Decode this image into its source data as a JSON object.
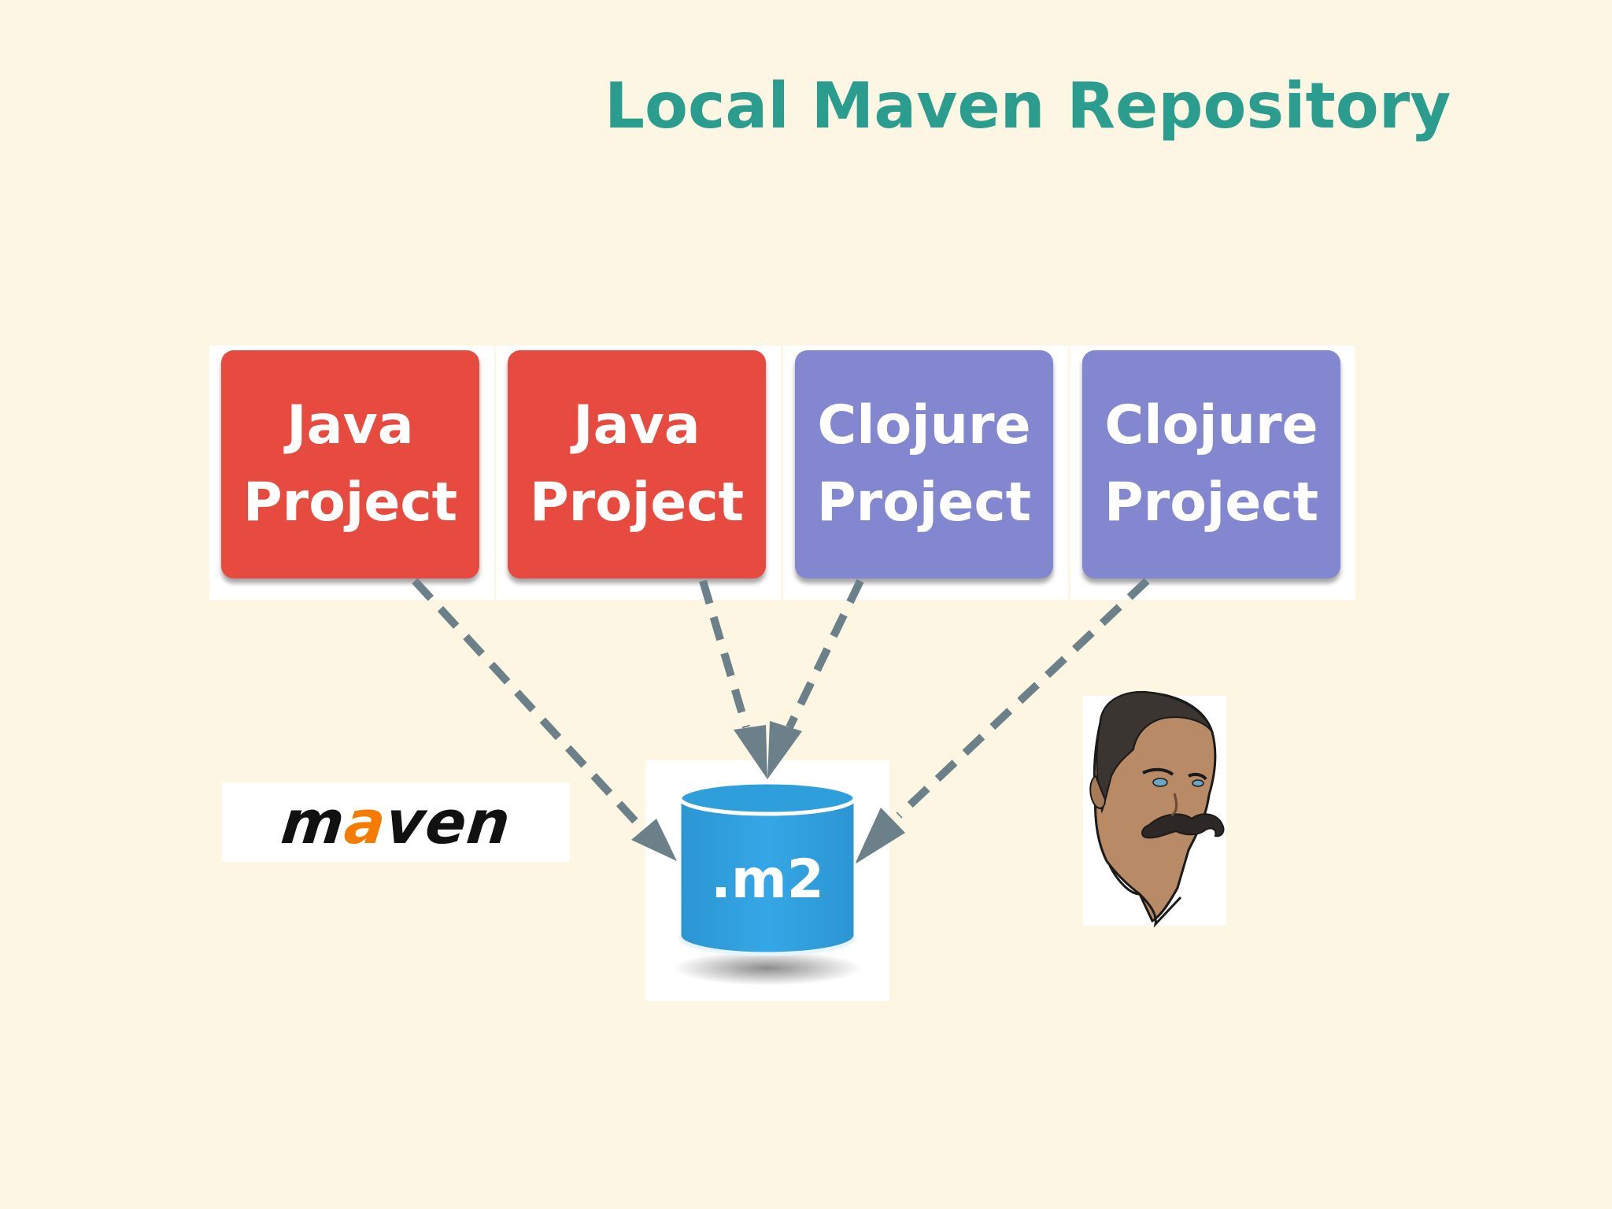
{
  "title": "Local Maven Repository",
  "projects": [
    {
      "line1": "Java",
      "line2": "Project",
      "color": "#e74a3f"
    },
    {
      "line1": "Java",
      "line2": "Project",
      "color": "#e74a3f"
    },
    {
      "line1": "Clojure",
      "line2": "Project",
      "color": "#8287cf"
    },
    {
      "line1": "Clojure",
      "line2": "Project",
      "color": "#8287cf"
    }
  ],
  "repository": {
    "label": ".m2",
    "color": "#2f9fdc"
  },
  "maven_logo": {
    "prefix": "m",
    "accent": "a",
    "suffix": "ven",
    "accent_color": "#f57c00"
  },
  "colors": {
    "background": "#fdf6e3",
    "title": "#2a9d8f",
    "arrow": "#6b8088"
  }
}
